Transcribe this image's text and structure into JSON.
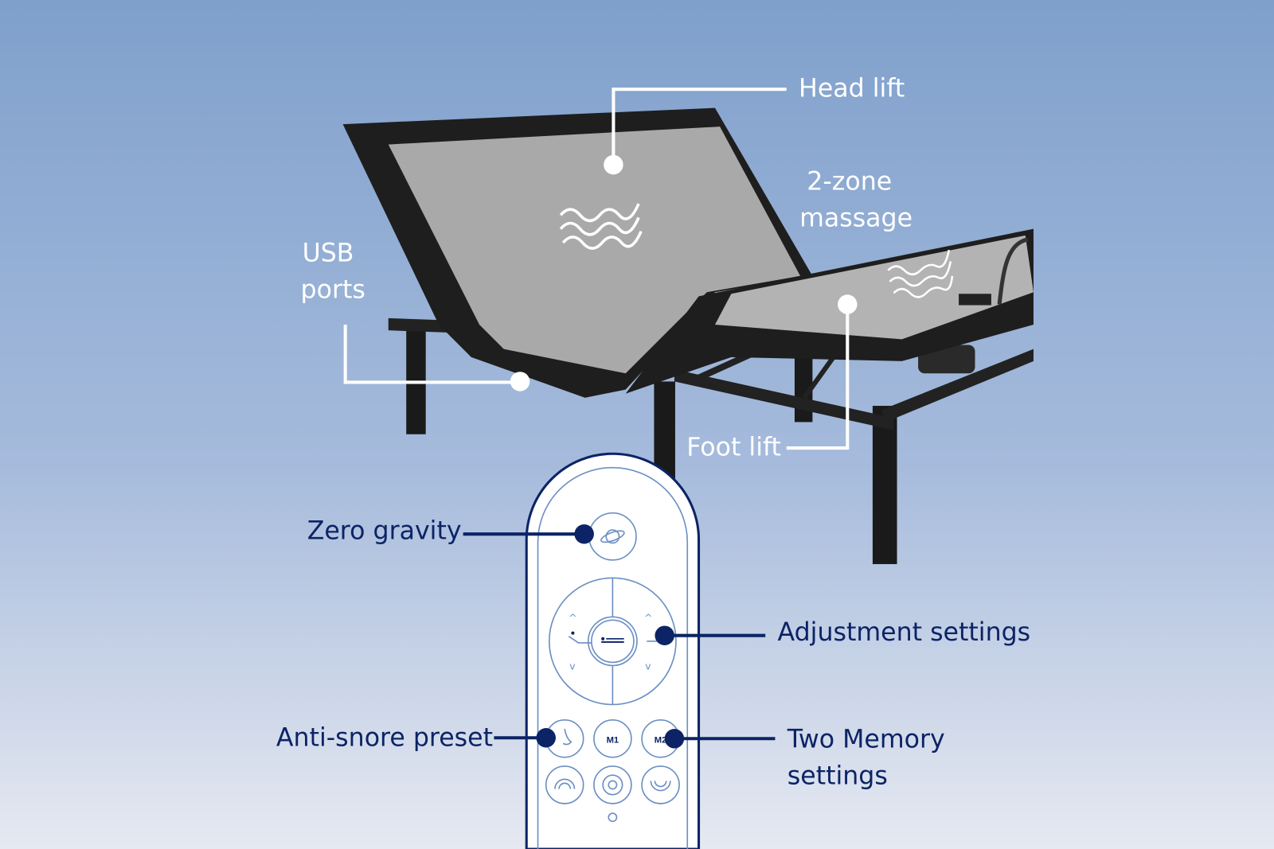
{
  "callouts": {
    "head_lift": "Head lift",
    "massage_line1": "2-zone",
    "massage_line2": "massage",
    "usb_line1": "USB",
    "usb_line2": "ports",
    "foot_lift": "Foot lift",
    "zero_gravity": "Zero gravity",
    "adjustment": "Adjustment settings",
    "anti_snore": "Anti-snore preset",
    "memory_line1": "Two Memory",
    "memory_line2": "settings"
  },
  "remote": {
    "m1_label": "M1",
    "m2_label": "M2",
    "icons": [
      "planet-icon",
      "head-up-icon",
      "flat-icon",
      "foot-up-icon",
      "nose-icon",
      "massage-head-icon",
      "massage-cycle-icon",
      "massage-foot-icon",
      "power-icon"
    ]
  },
  "colors": {
    "background_top": "#7fa0cc",
    "background_bottom": "#e6e9f1",
    "callout_dark": "#0c2466",
    "callout_light": "#ffffff",
    "bed_frame": "#1d1d1d",
    "bed_surface": "#a9a9a9"
  }
}
